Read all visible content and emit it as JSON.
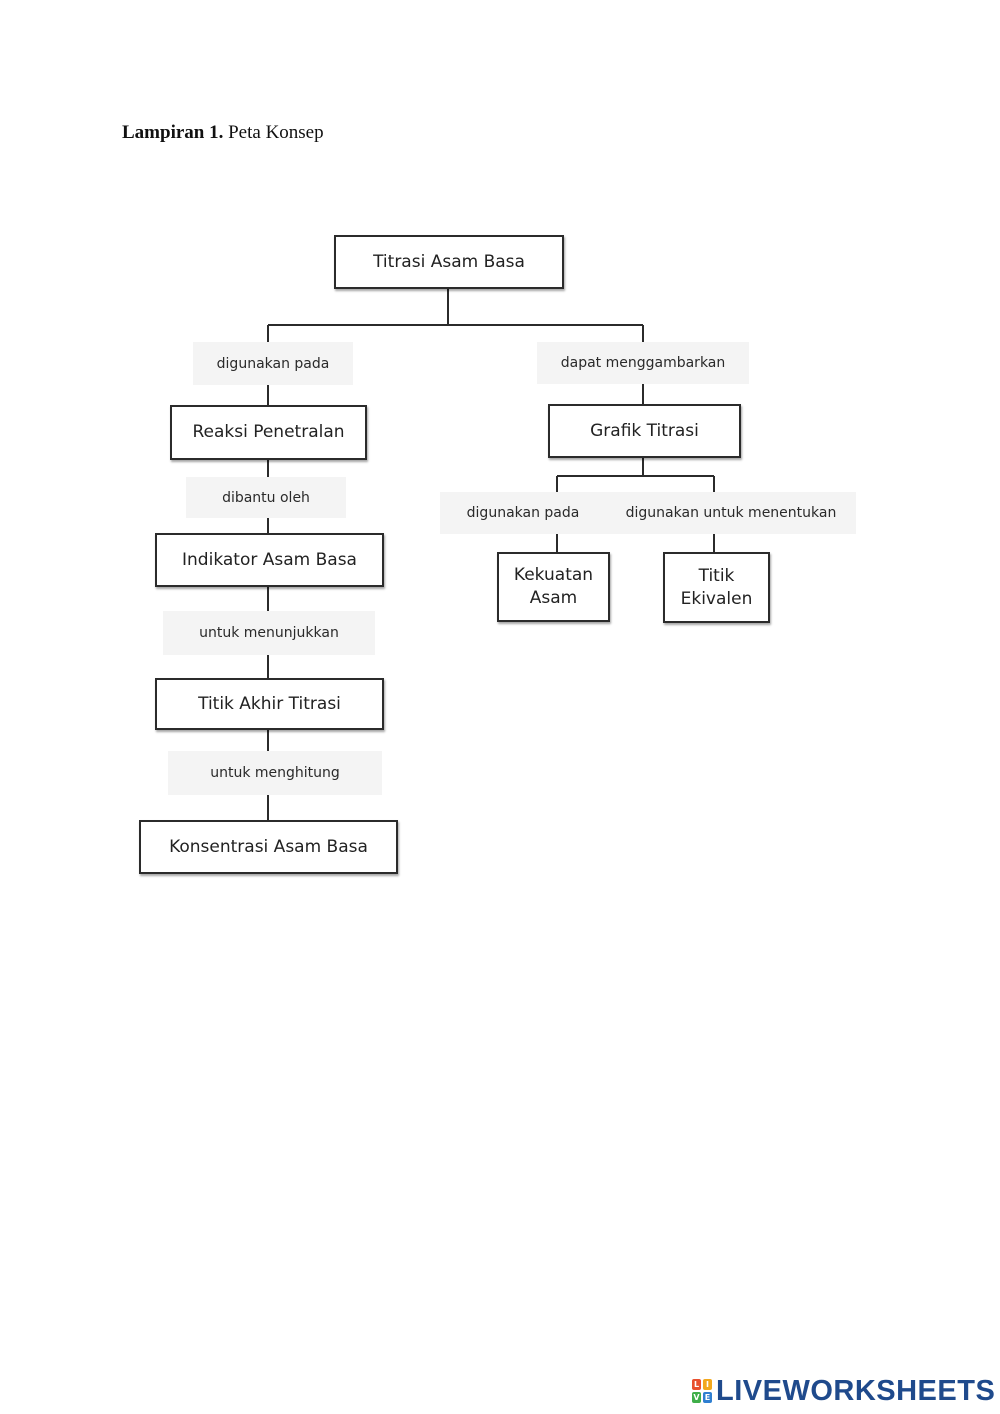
{
  "heading": {
    "bold": "Lampiran 1.",
    "normal": "Peta Konsep"
  },
  "concept_map": {
    "nodes": {
      "root": "Titrasi Asam Basa",
      "reaksi": "Reaksi Penetralan",
      "indikator": "Indikator Asam Basa",
      "titik_akhir": "Titik Akhir Titrasi",
      "konsentrasi": "Konsentrasi Asam Basa",
      "grafik": "Grafik Titrasi",
      "kekuatan": "Kekuatan\nAsam",
      "ekivalen": "Titik\nEkivalen"
    },
    "links": {
      "root_reaksi": "digunakan pada",
      "root_grafik": "dapat menggambarkan",
      "reaksi_indikator": "dibantu oleh",
      "indikator_titik": "untuk menunjukkan",
      "titik_konsentrasi": "untuk menghitung",
      "grafik_kekuatan": "digunakan pada",
      "grafik_ekivalen": "digunakan untuk menentukan"
    }
  },
  "brand": {
    "logo_letters": [
      "L",
      "I",
      "V",
      "E"
    ],
    "logo_colors": [
      "#e8502f",
      "#f2a81d",
      "#3fae49",
      "#2f7fd1"
    ],
    "text": "LIVEWORKSHEETS",
    "color": "#1f4a8c"
  }
}
